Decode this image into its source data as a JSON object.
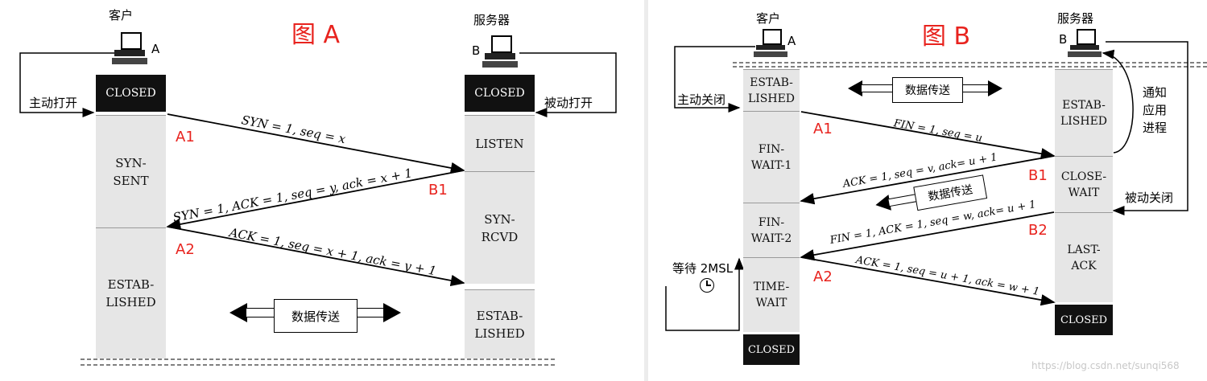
{
  "figure_a": {
    "title": "图 A",
    "client_label": "客户",
    "server_label": "服务器",
    "client_host": "A",
    "server_host": "B",
    "active_label": "主动打开",
    "passive_label": "被动打开",
    "client_states": [
      "CLOSED",
      "SYN-\nSENT",
      "ESTAB-\nLISHED"
    ],
    "server_states": [
      "CLOSED",
      "LISTEN",
      "SYN-\nRCVD",
      "ESTAB-\nLISHED"
    ],
    "messages": [
      "SYN = 1, seq = x",
      "SYN = 1, ACK = 1, seq = y, ack = x + 1",
      "ACK = 1, seq = x + 1, ack = y + 1"
    ],
    "points": [
      "A1",
      "B1",
      "A2"
    ],
    "transfer": "数据传送"
  },
  "figure_b": {
    "title": "图 B",
    "client_label": "客户",
    "server_label": "服务器",
    "client_host": "A",
    "server_host": "B",
    "active_label": "主动关闭",
    "passive_label": "被动关闭",
    "notify_label": "通知\n应用\n进程",
    "wait_label": "等待 2MSL",
    "clock_icon": "clock-icon",
    "client_states": [
      "ESTAB-\nLISHED",
      "FIN-\nWAIT-1",
      "FIN-\nWAIT-2",
      "TIME-\nWAIT",
      "CLOSED"
    ],
    "server_states": [
      "ESTAB-\nLISHED",
      "CLOSE-\nWAIT",
      "LAST-\nACK",
      "CLOSED"
    ],
    "messages": [
      "FIN = 1, seq = u",
      "ACK = 1, seq = v, ack= u + 1",
      "FIN = 1, ACK = 1, seq = w, ack= u + 1",
      "ACK = 1, seq = u + 1, ack = w + 1"
    ],
    "points": [
      "A1",
      "B1",
      "B2",
      "A2"
    ],
    "transfer_top": "数据传送",
    "transfer_mid": "数据传送"
  },
  "watermark": "https://blog.csdn.net/sunqi568"
}
